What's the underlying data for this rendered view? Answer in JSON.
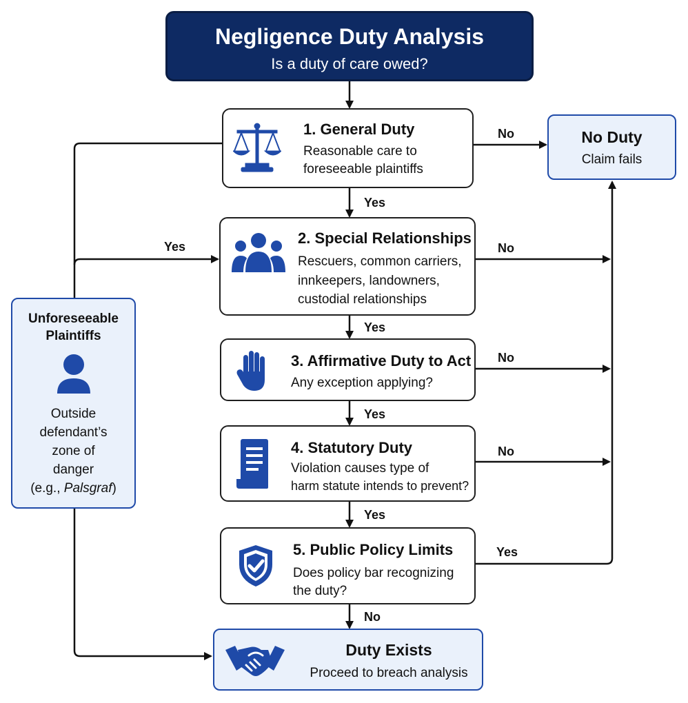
{
  "header": {
    "title": "Negligence Duty Analysis",
    "subtitle": "Is a duty of care owed?"
  },
  "steps": [
    {
      "title": "1. General Duty",
      "lines": [
        "Reasonable care to",
        "foreseeable plaintiffs"
      ],
      "icon": "scales-icon"
    },
    {
      "title": "2. Special Relationships",
      "lines": [
        "Rescuers, common carriers,",
        "innkeepers, landowners,",
        "custodial relationships"
      ],
      "icon": "people-icon"
    },
    {
      "title": "3. Affirmative Duty to Act",
      "lines": [
        "Any exception applying?"
      ],
      "icon": "hand-icon"
    },
    {
      "title": "4. Statutory Duty",
      "lines": [
        "Violation causes type of",
        "harm statute intends to prevent?"
      ],
      "icon": "document-icon"
    },
    {
      "title": "5. Public Policy Limits",
      "lines": [
        "Does policy bar recognizing",
        "the duty?"
      ],
      "icon": "shield-check-icon"
    }
  ],
  "no_duty": {
    "title": "No Duty",
    "subtitle": "Claim fails"
  },
  "unforeseeable": {
    "title_lines": [
      "Unforeseeable",
      "Plaintiffs"
    ],
    "desc_lines": [
      "Outside",
      "defendant’s",
      "zone of",
      "danger"
    ],
    "example_prefix": "(e.g., ",
    "example_italic": "Palsgraf",
    "example_suffix": ")",
    "icon": "person-icon"
  },
  "duty_exists": {
    "title": "Duty Exists",
    "subtitle": "Proceed to breach analysis",
    "icon": "handshake-icon"
  },
  "labels": {
    "step1_no": "No",
    "step2_no": "No",
    "step3_no": "No",
    "step4_no": "No",
    "step5_yes": "Yes",
    "yes_1_2": "Yes",
    "yes_2_3": "Yes",
    "yes_3_4": "Yes",
    "yes_4_5": "Yes",
    "no_5_exists": "No",
    "unforeseeable_yes": "Yes"
  },
  "colors": {
    "navy": "#0e2a63",
    "icon_blue": "#1f4aa8",
    "light_blue": "#eaf1fb",
    "line": "#111111"
  }
}
